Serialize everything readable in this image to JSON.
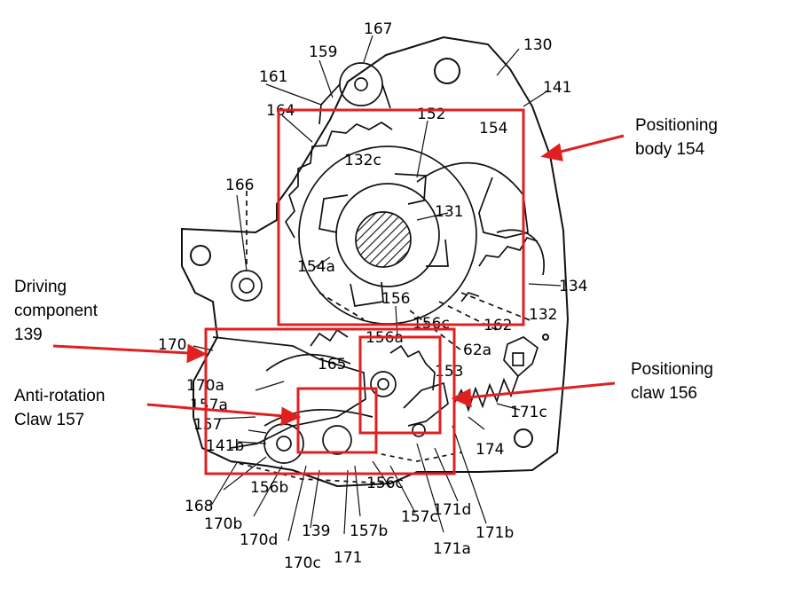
{
  "callouts": {
    "positioning_body": [
      "Positioning",
      "body 154"
    ],
    "driving_component": [
      "Driving",
      "component",
      "139"
    ],
    "anti_rotation_claw": [
      "Anti-rotation",
      "Claw 157"
    ],
    "positioning_claw": [
      "Positioning",
      "claw 156"
    ]
  },
  "part_labels": [
    "167",
    "159",
    "161",
    "130",
    "141",
    "164",
    "152",
    "154",
    "132c",
    "166",
    "131",
    "154a",
    "134",
    "156",
    "156c",
    "162",
    "132",
    "170",
    "156a",
    "62a",
    "170a",
    "165",
    "153",
    "157a",
    "171c",
    "157",
    "141b",
    "174",
    "156b",
    "156c",
    "168",
    "170b",
    "170d",
    "139",
    "157b",
    "157c",
    "171d",
    "171a",
    "171b",
    "170c",
    "171"
  ],
  "colors": {
    "highlight": "#e02020",
    "ink": "#111111"
  }
}
